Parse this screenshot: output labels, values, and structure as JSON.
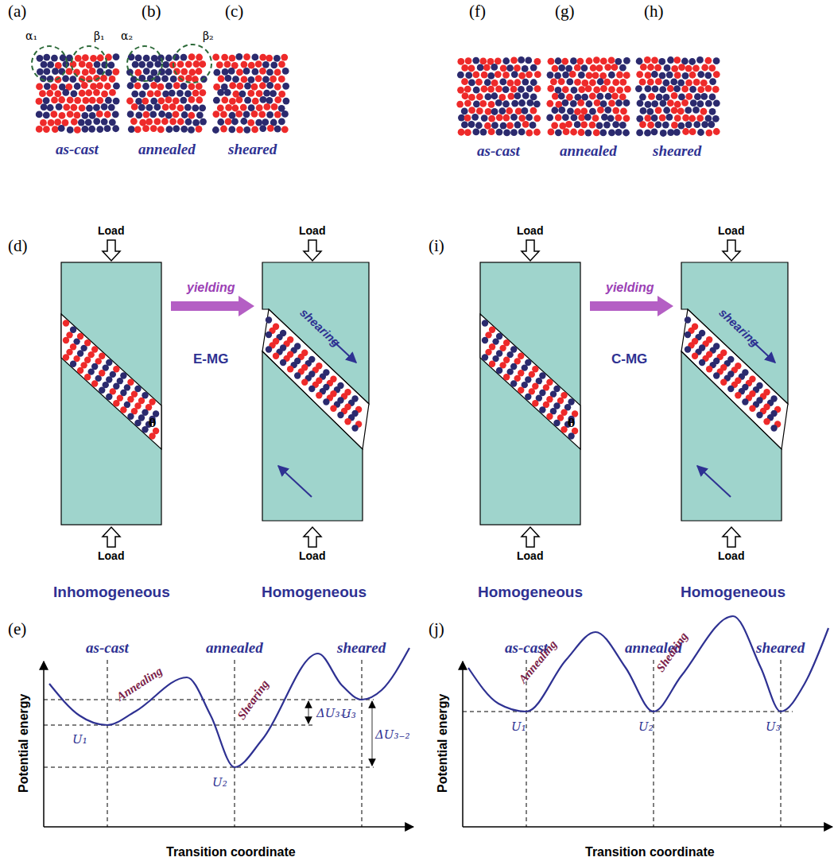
{
  "diagram": {
    "labels": [
      "(a)",
      "(b)",
      "(c)",
      "α₁",
      "β₁",
      "α₂",
      "β₂",
      "as-cast",
      "annealed",
      "sheared",
      "(f)",
      "(g)",
      "(h)",
      "as-cast",
      "annealed",
      "sheared",
      "(d)",
      "Load",
      "Load",
      "Load",
      "Load",
      "yielding",
      "θ",
      "shearing",
      "E-MG",
      "Inhomogeneous",
      "Homogeneous",
      "(i)",
      "Load",
      "Load",
      "Load",
      "Load",
      "yielding",
      "θ",
      "shearing",
      "C-MG",
      "Homogeneous",
      "Homogeneous",
      "(e)",
      "as-cast",
      "annealed",
      "sheared",
      "Annealing",
      "Shearing",
      "U₁",
      "U₂",
      "U₃",
      "ΔU₃₋₁",
      "ΔU₃₋₂",
      "Potential energy",
      "Transition coordinate",
      "(j)",
      "as-cast",
      "annealed",
      "sheared",
      "Annealing",
      "Shearing",
      "U₁",
      "U₂",
      "U₃",
      "Potential energy",
      "Transition coordinate"
    ]
  }
}
